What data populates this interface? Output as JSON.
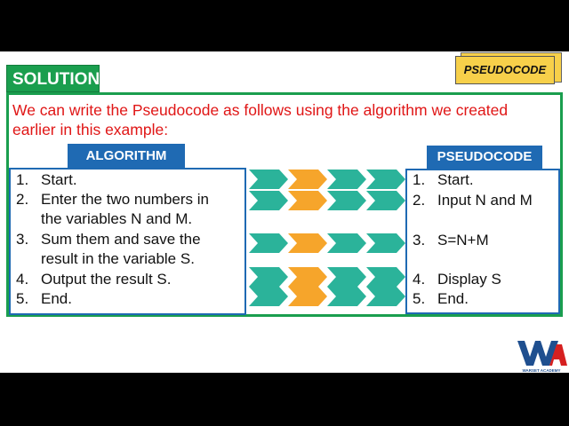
{
  "header": {
    "solution_label": "SOLUTION",
    "badge_label": "PSEUDOCODE"
  },
  "intro_text": "We can write the Pseudocode as follows using the algorithm we created earlier in this example:",
  "algorithm": {
    "title": "ALGORITHM",
    "steps": [
      {
        "num": "1.",
        "lines": [
          "Start."
        ]
      },
      {
        "num": "2.",
        "lines": [
          "Enter the two numbers in",
          "the variables N and M."
        ]
      },
      {
        "num": "3.",
        "lines": [
          "Sum them and save the",
          "result in the variable S."
        ]
      },
      {
        "num": "4.",
        "lines": [
          "Output the result S."
        ]
      },
      {
        "num": "5.",
        "lines": [
          "End."
        ]
      }
    ]
  },
  "pseudocode": {
    "title": "PSEUDOCODE",
    "steps": [
      {
        "num": "1.",
        "text": "Start."
      },
      {
        "num": "2.",
        "text": "Input N and M"
      },
      {
        "num": "3.",
        "text": "S=N+M"
      },
      {
        "num": "4.",
        "text": "Display S"
      },
      {
        "num": "5.",
        "text": "End."
      }
    ]
  },
  "colors": {
    "green": "#1a9e4e",
    "blue": "#1f6ab3",
    "red_text": "#e01616",
    "arrow_teal": "#2bb39a",
    "arrow_orange": "#f6a52b",
    "badge_yellow": "#f7d04a"
  },
  "logo": {
    "text": "WARSET ACADEMY"
  }
}
